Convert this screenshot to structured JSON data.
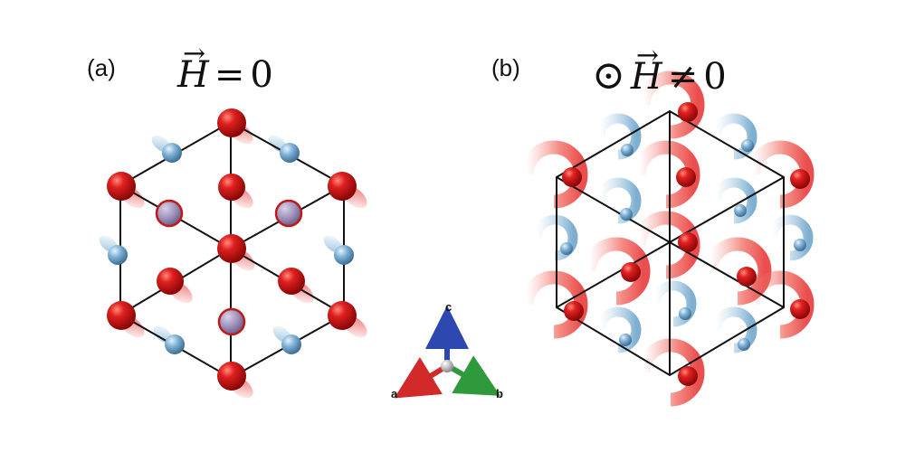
{
  "panel_a": {
    "label": "(a)",
    "equation": {
      "var": "H",
      "vec": "→",
      "op": "=",
      "value": "0"
    }
  },
  "panel_b": {
    "label": "(b)",
    "field_symbol": "⊙",
    "equation": {
      "var": "H",
      "vec": "→",
      "op": "≠",
      "value": "0"
    }
  },
  "axes": {
    "a": "a",
    "b": "b",
    "c": "c"
  },
  "colors": {
    "red_atom": "#d10f12",
    "blue_atom": "#6fa6cc",
    "lattice_line": "#111111",
    "axis_a": "#d22a2a",
    "axis_b": "#2e9a3c",
    "axis_c": "#2c48b0"
  }
}
